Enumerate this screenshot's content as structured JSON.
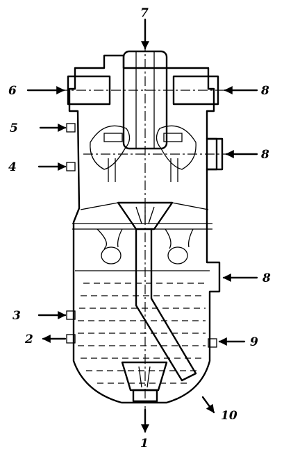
{
  "diagram": {
    "labels": {
      "l1": "1",
      "l2": "2",
      "l3": "3",
      "l4": "4",
      "l5": "5",
      "l6": "6",
      "l7": "7",
      "l8a": "8",
      "l8b": "8",
      "l8c": "8",
      "l9": "9",
      "l10": "10"
    }
  }
}
